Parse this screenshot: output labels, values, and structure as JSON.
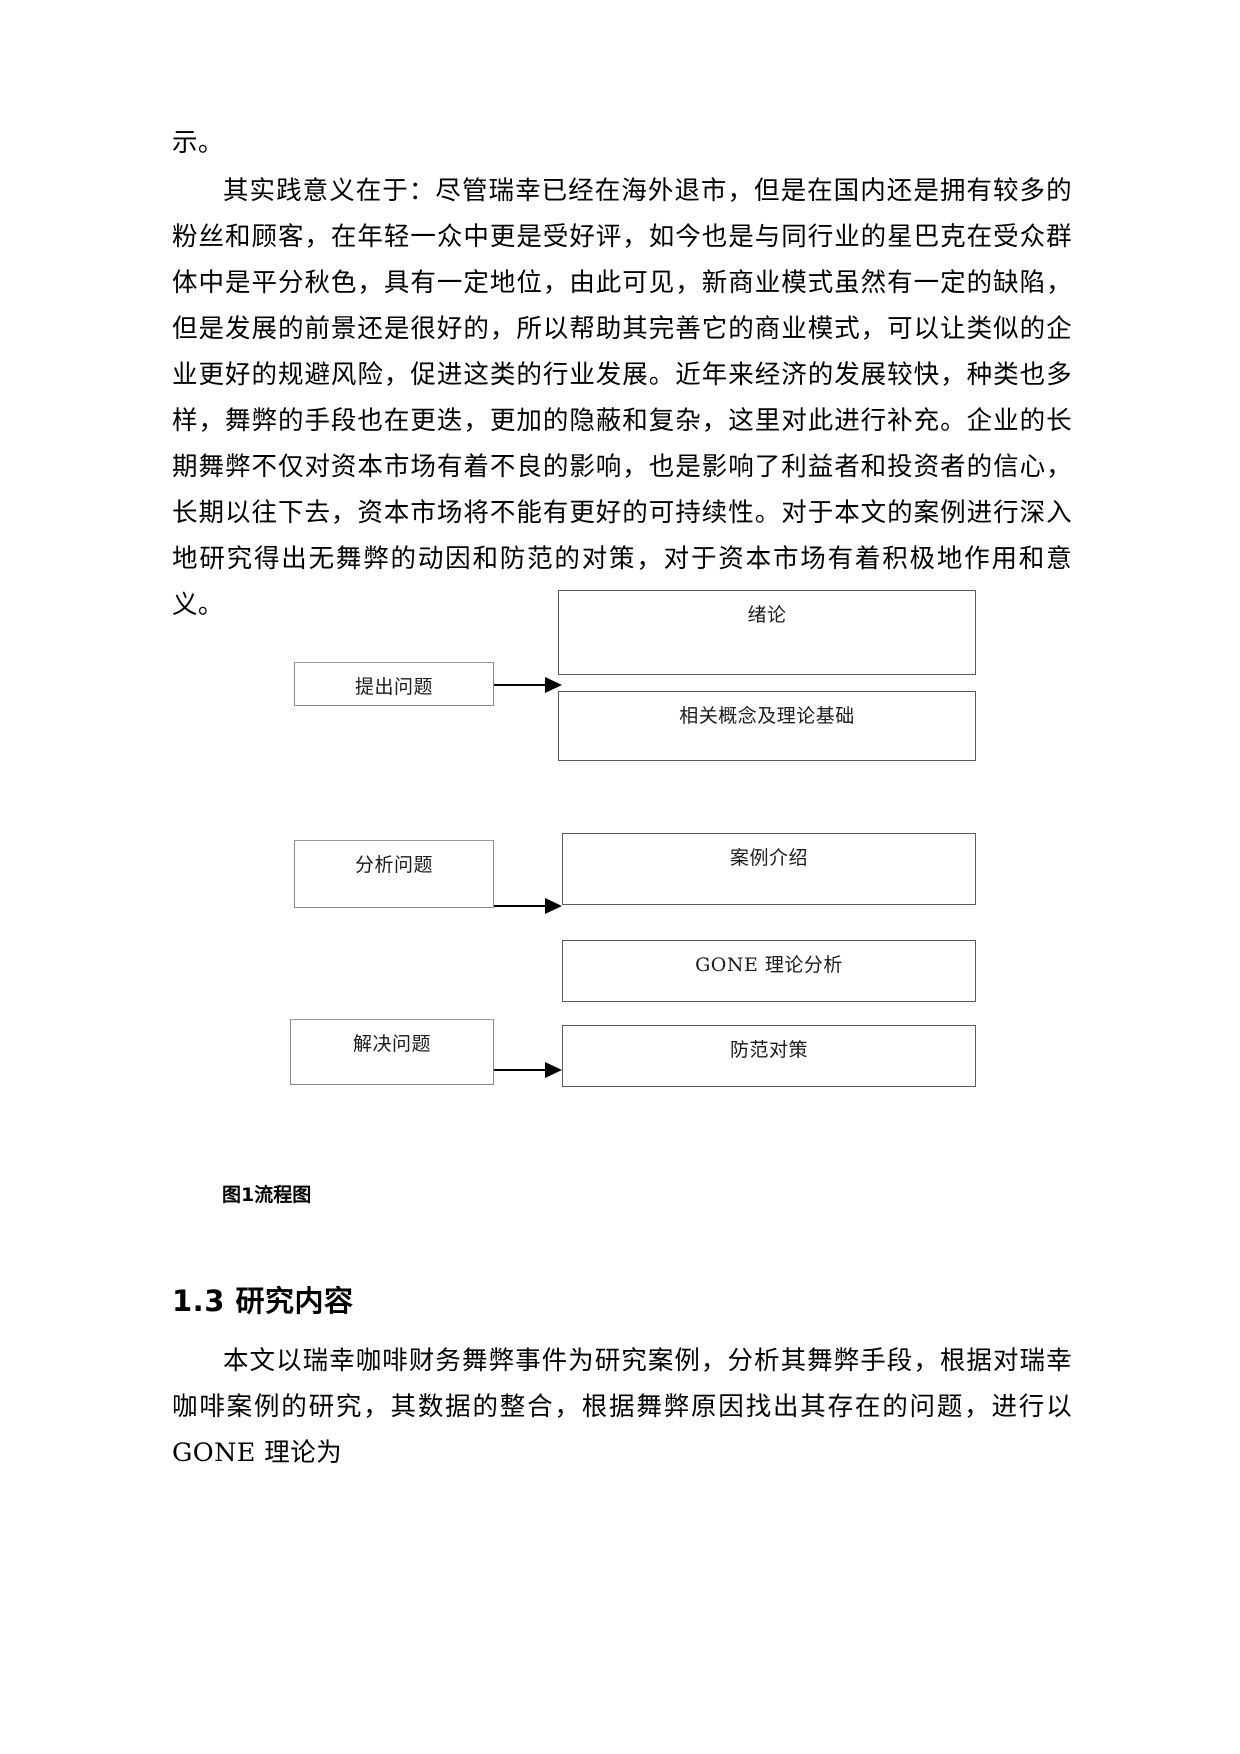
{
  "document": {
    "top_fragment": "示。",
    "paragraph_1": "其实践意义在于：尽管瑞幸已经在海外退市，但是在国内还是拥有较多的粉丝和顾客，在年轻一众中更是受好评，如今也是与同行业的星巴克在受众群体中是平分秋色，具有一定地位，由此可见，新商业模式虽然有一定的缺陷，但是发展的前景还是很好的，所以帮助其完善它的商业模式，可以让类似的企业更好的规避风险，促进这类的行业发展。近年来经济的发展较快，种类也多样，舞弊的手段也在更迭，更加的隐蔽和复杂，这里对此进行补充。企业的长期舞弊不仅对资本市场有着不良的影响，也是影响了利益者和投资者的信心，长期以往下去，资本市场将不能有更好的可持续性。对于本文的案例进行深入地研究得出无舞弊的动因和防范的对策，对于资本市场有着积极地作用和意义。",
    "figure_caption": "图1流程图",
    "heading_1_3": "1.3 研究内容",
    "paragraph_2": "本文以瑞幸咖啡财务舞弊事件为研究案例，分析其舞弊手段，根据对瑞幸咖啡案例的研究，其数据的整合，根据舞弊原因找出其存在的问题，进行以 GONE 理论为"
  },
  "flowchart": {
    "left_nodes": [
      {
        "label": "提出问题"
      },
      {
        "label": "分析问题"
      },
      {
        "label": "解决问题"
      }
    ],
    "right_nodes": [
      {
        "label": "绪论"
      },
      {
        "label": "相关概念及理论基础"
      },
      {
        "label": "案例介绍"
      },
      {
        "label": "GONE 理论分析"
      },
      {
        "label": "防范对策"
      }
    ],
    "connectors": [
      {
        "from": "提出问题",
        "to": "绪论"
      },
      {
        "from": "分析问题",
        "to": "案例介绍"
      },
      {
        "from": "解决问题",
        "to": "防范对策"
      }
    ],
    "colors": {
      "border": "#8a8a8a",
      "arrow": "#000000",
      "background": "#ffffff"
    }
  }
}
